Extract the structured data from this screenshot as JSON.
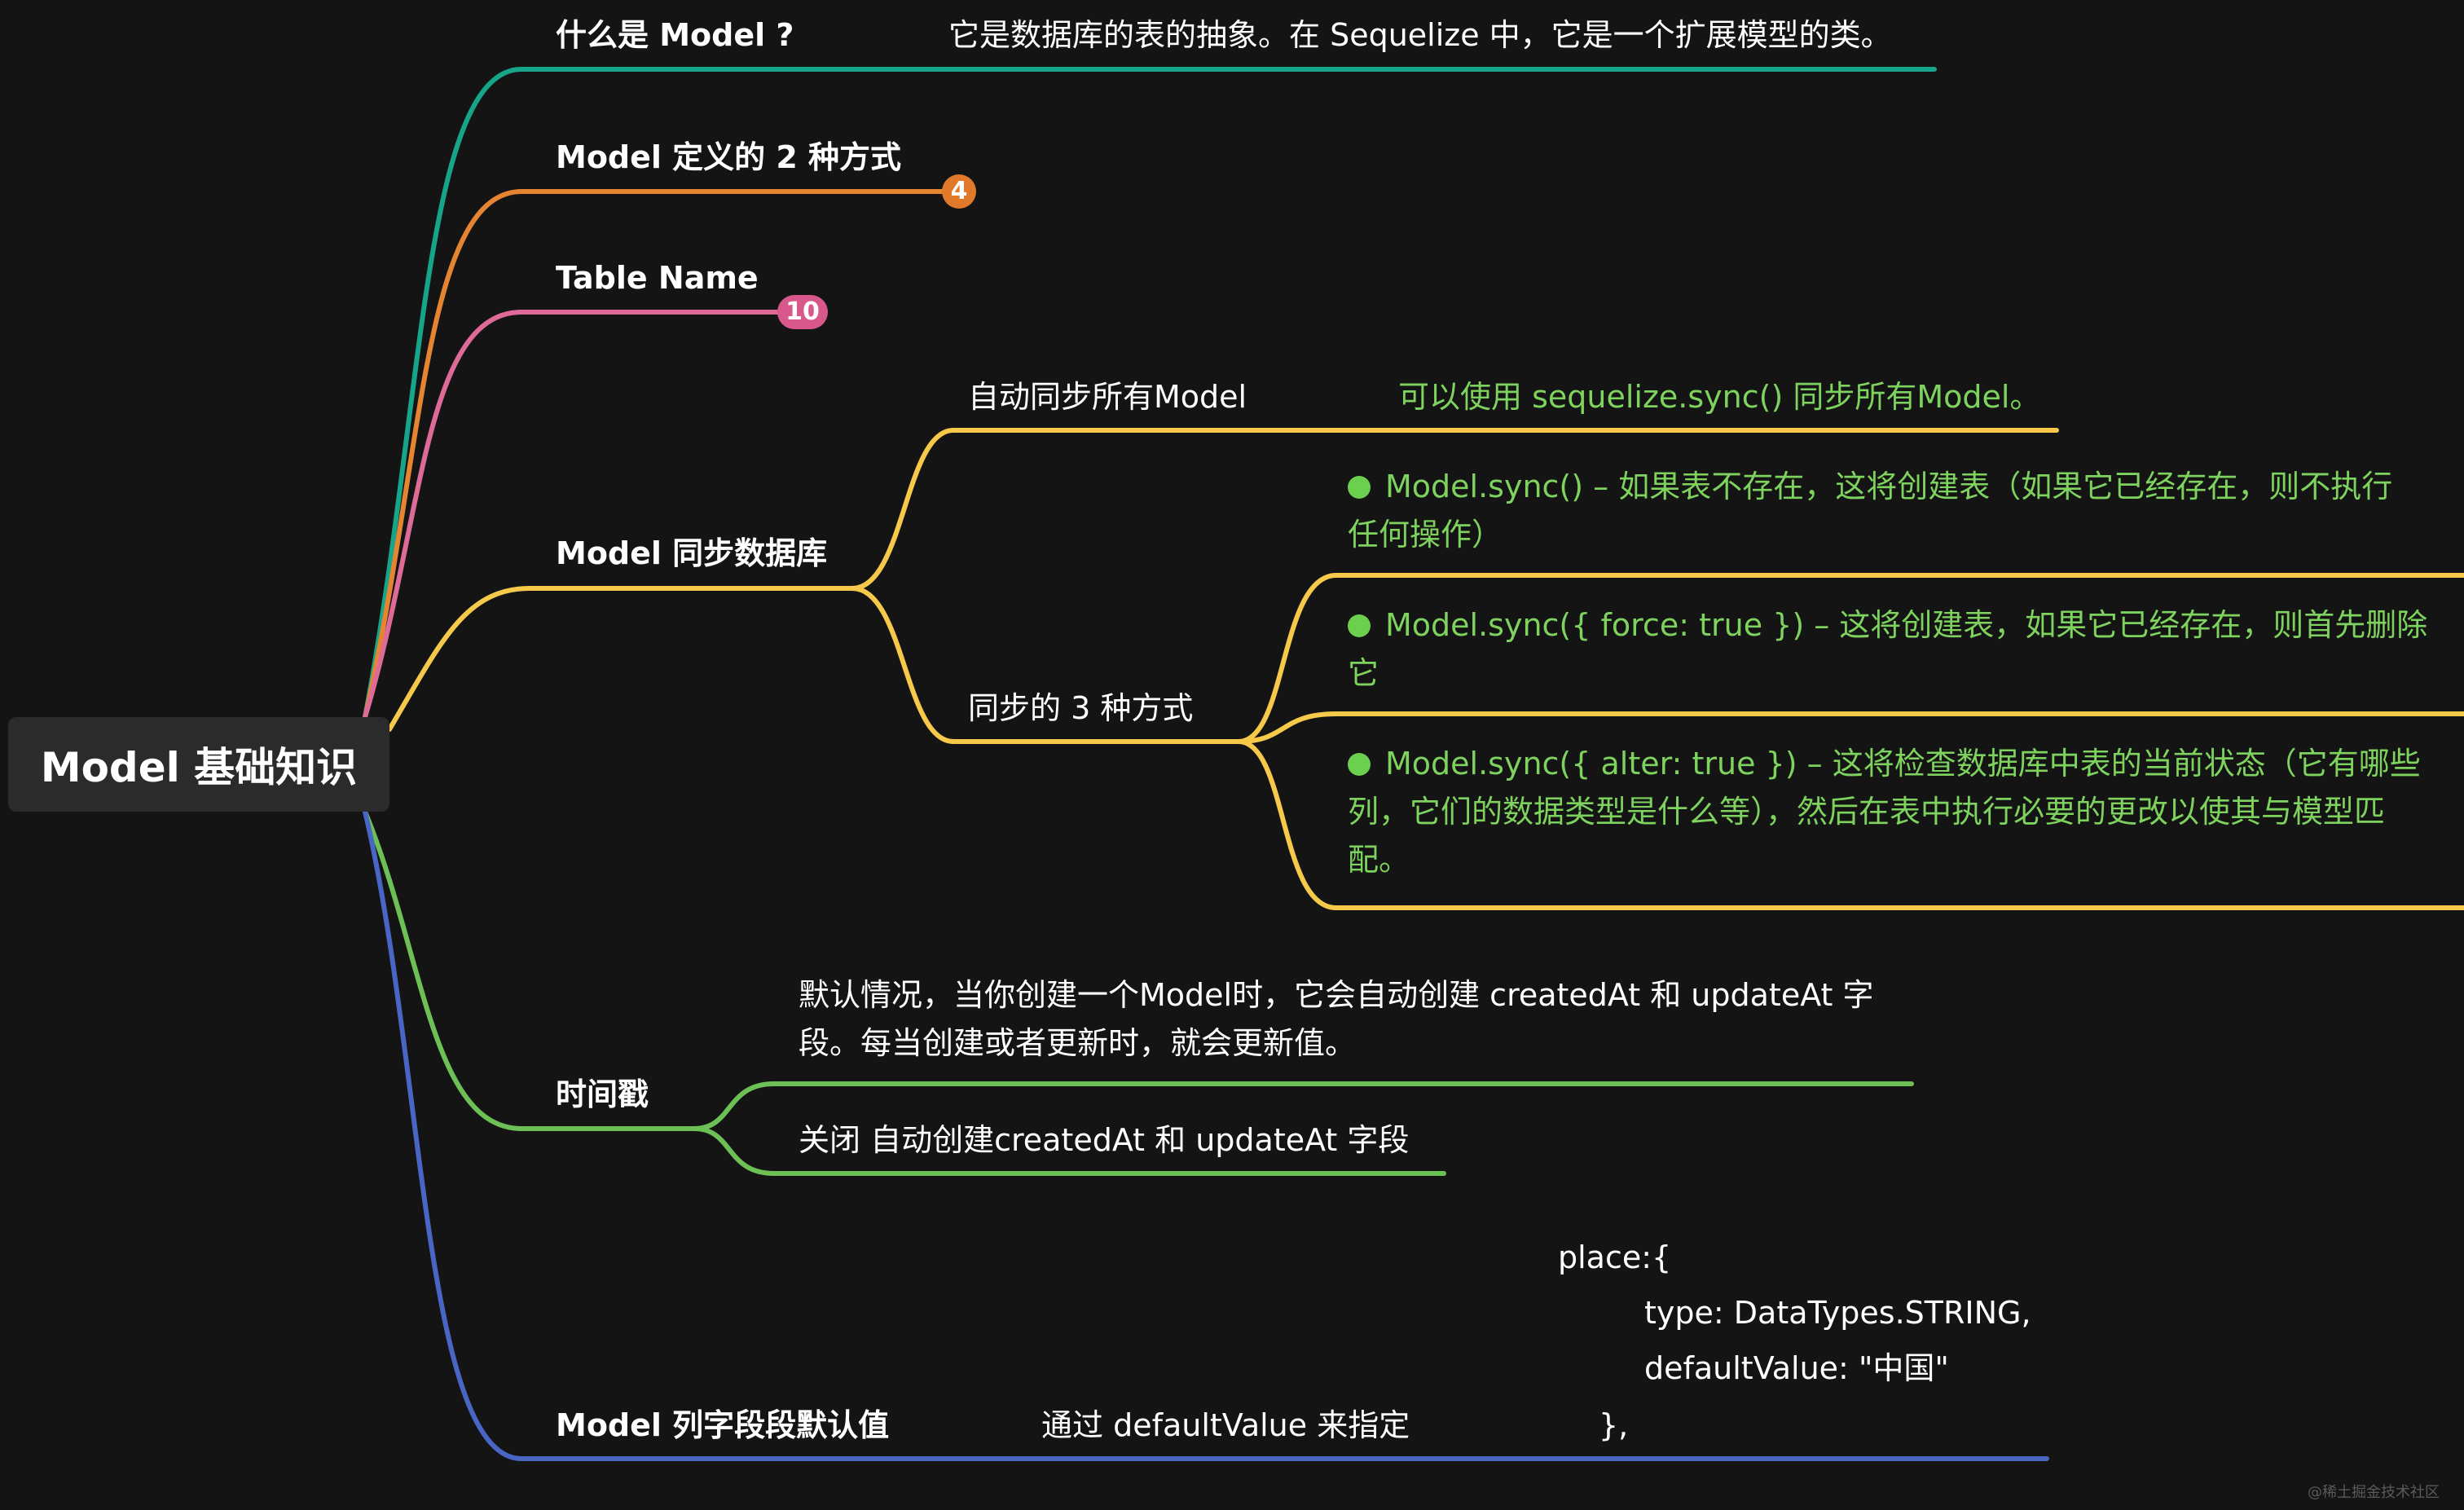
{
  "colors": {
    "background": "#141414",
    "teal": "#17a589",
    "orange": "#e58532",
    "pink": "#de6a98",
    "yellow": "#f7c94a",
    "green": "#6cc056",
    "blue": "#4a66c4",
    "green_text": "#7ed25e"
  },
  "root": {
    "label": "Model 基础知识"
  },
  "branches": {
    "what_is": {
      "label": "什么是 Model ?",
      "desc": "它是数据库的表的抽象。在 Sequelize 中，它是一个扩展模型的类。"
    },
    "define": {
      "label": "Model 定义的 2  种方式",
      "badge": "4"
    },
    "table_name": {
      "label": "Table Name",
      "badge": "10"
    },
    "sync": {
      "label": "Model 同步数据库",
      "auto": {
        "label": "自动同步所有Model",
        "desc": "可以使用 sequelize.sync() 同步所有Model。"
      },
      "three_ways": {
        "label": "同步的 3 种方式",
        "items": [
          {
            "line1": "Model.sync() – 如果表不存在，这将创建表（如果它已经存在，则不执行",
            "line2": "任何操作）"
          },
          {
            "line1": "Model.sync({ force: true }) – 这将创建表，如果它已经存在，则首先删除",
            "line2": "它"
          },
          {
            "line1": "Model.sync({ alter: true }) – 这将检查数据库中表的当前状态（它有哪些",
            "line2": "列，它们的数据类型是什么等），然后在表中执行必要的更改以使其与模型匹",
            "line3": "配。"
          }
        ]
      }
    },
    "timestamps": {
      "label": "时间戳",
      "default": {
        "line1": "默认情况，当你创建一个Model时，它会自动创建 createdAt 和 updateAt 字",
        "line2": "段。每当创建或者更新时，就会更新值。"
      },
      "disable": {
        "label": "关闭 自动创建createdAt 和 updateAt 字段"
      }
    },
    "default_value": {
      "label": "Model  列字段段默认值",
      "desc": "通过 defaultValue 来指定",
      "code": [
        "place:{",
        "type: DataTypes.STRING,",
        "defaultValue: \"中国\"",
        "},"
      ]
    }
  },
  "watermark": "@稀土掘金技术社区"
}
